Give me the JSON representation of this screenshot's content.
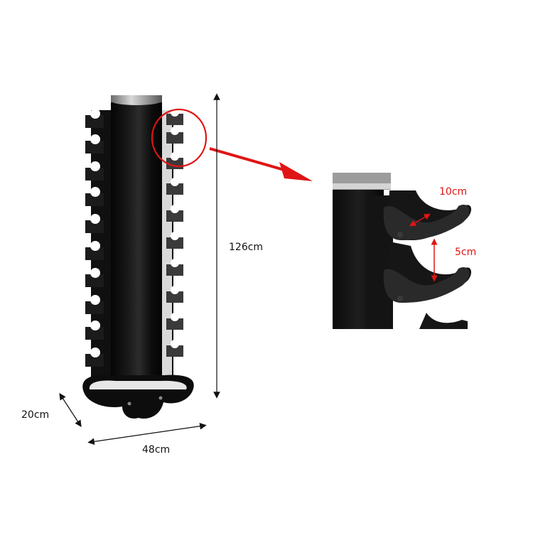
{
  "product": {
    "name": "vertical dumbbell rack",
    "color": "#0d0d0d",
    "cap_color": "#9a9a9a",
    "saddle_pairs_per_side": 10
  },
  "dimensions": {
    "height": "126cm",
    "width": "48cm",
    "depth": "20cm"
  },
  "detail_inset": {
    "saddle_opening": "10cm",
    "saddle_spacing": "5cm",
    "accent_color": "#e01414"
  }
}
